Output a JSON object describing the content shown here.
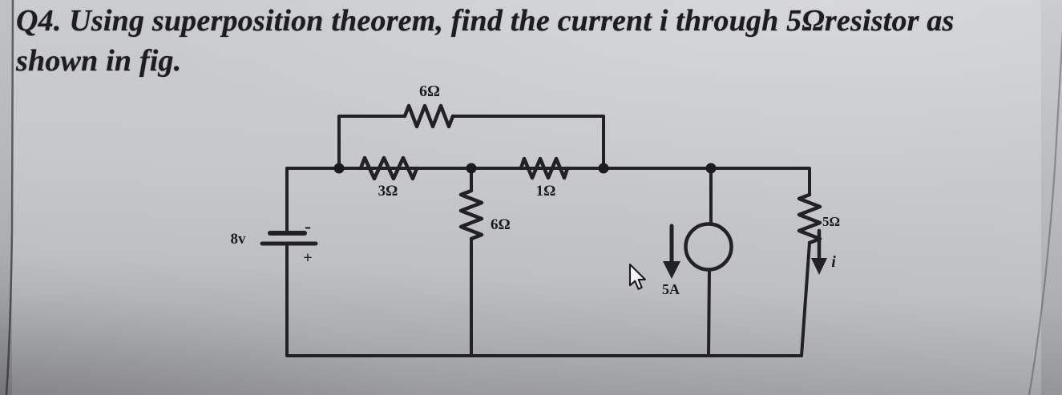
{
  "title": {
    "line1": "Q4. Using superposition theorem, find the current i through 5Ωresistor as",
    "line2": "shown in fig."
  },
  "circuit": {
    "labels": {
      "r6_top": "6Ω",
      "r3": "3Ω",
      "r1": "1Ω",
      "r6_mid": "6Ω",
      "r5": "5Ω",
      "battery": "8v",
      "battery_minus": "-",
      "battery_plus": "+",
      "current_source": "5A",
      "branch_current": "i"
    },
    "components": [
      {
        "type": "voltage-source",
        "value": "8v",
        "polarity": "minus-top-plus-bottom"
      },
      {
        "type": "resistor",
        "value": "6Ω",
        "position": "top-bypass-branch"
      },
      {
        "type": "resistor",
        "value": "3Ω",
        "position": "series-left"
      },
      {
        "type": "resistor",
        "value": "1Ω",
        "position": "series-right"
      },
      {
        "type": "resistor",
        "value": "6Ω",
        "position": "shunt-middle"
      },
      {
        "type": "current-source",
        "value": "5A",
        "direction": "down"
      },
      {
        "type": "resistor",
        "value": "5Ω",
        "position": "shunt-right",
        "branch_current": "i"
      }
    ],
    "colors": {
      "wire": "#212126",
      "label_text": "#1b1b20",
      "background_top": "#cbcdd1",
      "background_bottom": "#939397"
    }
  },
  "icons": {
    "cursor": "mouse-pointer-arrow"
  }
}
